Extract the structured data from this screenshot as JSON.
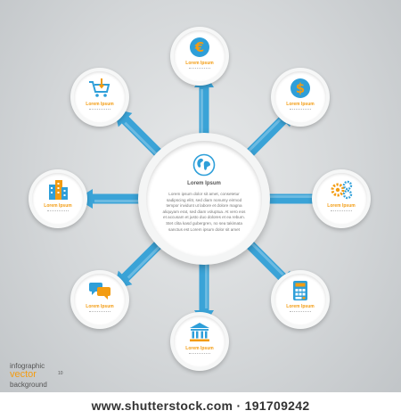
{
  "colors": {
    "arrow": "#3aa3d7",
    "accent": "#f39c12",
    "icon_blue": "#2e9fd9"
  },
  "hub": {
    "icon": "globe-icon",
    "title": "Lorem Ipsum",
    "body": "Lorem ipsum dolor sit amet, consetetur sadipscing elitr, sed diam nonumy eirmod tempor invidunt ut labore et dolore magna aliquyam erat, sed diam voluptua. At vero eos et accusam et justo duo dolores et ea rebum. Stet clita kasd gubergren, no sea takimata sanctus est Lorem ipsum dolor sit amet"
  },
  "nodes": [
    {
      "id": "euro",
      "icon": "euro-icon",
      "label": "Lorem Ipsum"
    },
    {
      "id": "dollar",
      "icon": "dollar-icon",
      "label": "Lorem Ipsum"
    },
    {
      "id": "gears",
      "icon": "gears-icon",
      "label": "Lorem Ipsum"
    },
    {
      "id": "calculator",
      "icon": "calculator-icon",
      "label": "Lorem Ipsum"
    },
    {
      "id": "bank",
      "icon": "bank-icon",
      "label": "Lorem Ipsum"
    },
    {
      "id": "chat",
      "icon": "chat-icon",
      "label": "Lorem Ipsum"
    },
    {
      "id": "buildings",
      "icon": "buildings-icon",
      "label": "Lorem Ipsum"
    },
    {
      "id": "cart",
      "icon": "shopping-cart-icon",
      "label": "Lorem Ipsum"
    }
  ],
  "branding": {
    "line1": "infographic",
    "line2": "vector",
    "version": "10",
    "line3": "background"
  },
  "watermark": "www.shutterstock.com · 191709242"
}
